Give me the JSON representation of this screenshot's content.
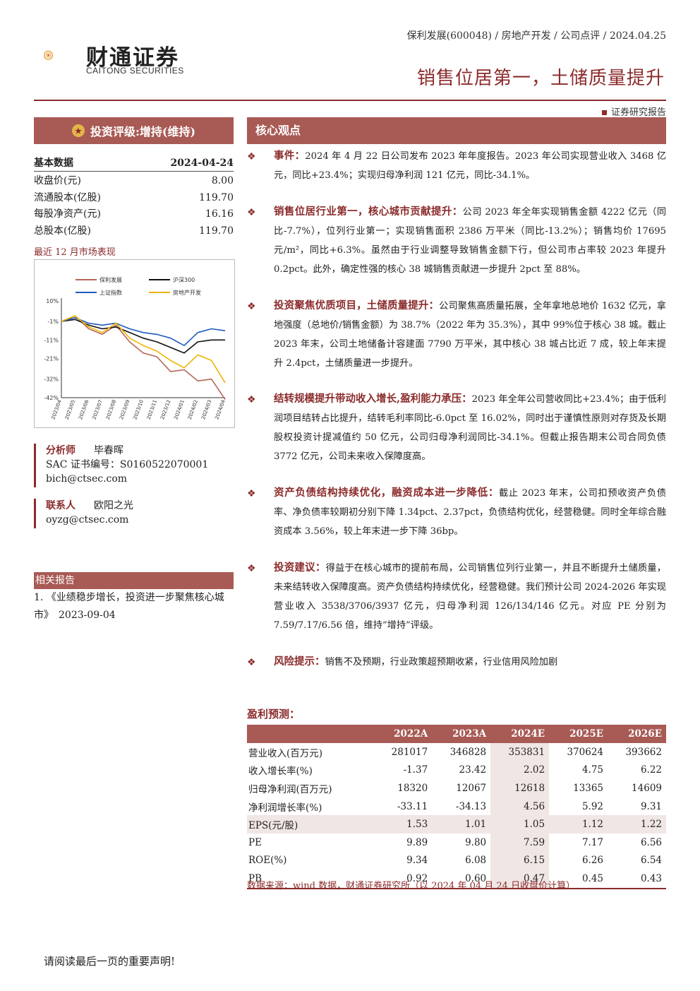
{
  "header": {
    "logo_cn": "财通证券",
    "logo_en": "CAITONG SECURITIES",
    "meta": "保利发展(600048) / 房地产开发 / 公司点评 / 2024.04.25",
    "headline": "销售位居第一，土储质量提升",
    "report_type": "证券研究报告"
  },
  "rating": {
    "label": "投资评级:增持(维持)"
  },
  "basic_data": {
    "title": "基本数据",
    "date": "2024-04-24",
    "rows": [
      {
        "label": "收盘价(元)",
        "value": "8.00"
      },
      {
        "label": "流通股本(亿股)",
        "value": "119.70"
      },
      {
        "label": "每股净资产(元)",
        "value": "16.16"
      },
      {
        "label": "总股本(亿股)",
        "value": "119.70"
      }
    ]
  },
  "perf_label": "最近 12 月市场表现",
  "chart_data": {
    "type": "line",
    "x": [
      "2023/04",
      "2023/05",
      "2023/06",
      "2023/07",
      "2023/08",
      "2023/09",
      "2023/10",
      "2023/11",
      "2023/12",
      "2024/01",
      "2024/02",
      "2024/03",
      "2024/04"
    ],
    "y_ticks": [
      "10%",
      "-1%",
      "-11%",
      "-21%",
      "-32%",
      "-42%"
    ],
    "ylim": [
      -42,
      10
    ],
    "legend_position": "top",
    "series": [
      {
        "name": "保利发展",
        "color": "#b5685a",
        "values": [
          -1,
          2,
          -5,
          -8,
          -3,
          -12,
          -18,
          -20,
          -28,
          -27,
          -33,
          -32,
          -43
        ]
      },
      {
        "name": "沪深300",
        "color": "#111111",
        "values": [
          -1,
          0,
          -3,
          -5,
          -4,
          -7,
          -10,
          -12,
          -15,
          -18,
          -12,
          -11,
          -11
        ]
      },
      {
        "name": "上证指数",
        "color": "#1f5bbf",
        "values": [
          -1,
          1,
          -2,
          -3,
          -2,
          -5,
          -7,
          -8,
          -10,
          -14,
          -7,
          -5,
          -6
        ]
      },
      {
        "name": "房地产开发",
        "color": "#f0b400",
        "values": [
          -1,
          2,
          -4,
          -7,
          -2,
          -10,
          -14,
          -17,
          -22,
          -26,
          -19,
          -22,
          -34
        ]
      }
    ]
  },
  "analyst": {
    "role": "分析师",
    "name": "毕春晖",
    "cert": "SAC 证书编号：S0160522070001",
    "email": "bich@ctsec.com"
  },
  "contact": {
    "role": "联系人",
    "name": "欧阳之光",
    "email": "oyzg@ctsec.com"
  },
  "related": {
    "title": "相关报告",
    "item": "1. 《业绩稳步增长，投资进一步聚焦核心城市》　2023-09-04"
  },
  "core": {
    "title": "核心观点",
    "points": [
      {
        "key": "事件：",
        "text": "2024 年 4 月 22 日公司发布 2023 年年度报告。2023 年公司实现营业收入 3468 亿元，同比+23.4%；实现归母净利润 121 亿元，同比-34.1%。"
      },
      {
        "key": "销售位居行业第一，核心城市贡献提升：",
        "text": "公司 2023 年全年实现销售金额 4222 亿元（同比-7.7%），位列行业第一；实现销售面积 2386 万平米（同比-13.2%）；销售均价 17695 元/m²，同比+6.3%。虽然由于行业调整导致销售金额下行，但公司市占率较 2023 年提升 0.2pct。此外，确定性强的核心 38 城销售贡献进一步提升 2pct 至 88%。"
      },
      {
        "key": "投资聚焦优质项目，土储质量提升：",
        "text": "公司聚焦高质量拓展，全年拿地总地价 1632 亿元，拿地强度（总地价/销售金额）为 38.7%（2022 年为 35.3%），其中 99%位于核心 38 城。截止 2023 年末，公司土地储备计容建面 7790 万平米，其中核心 38 城占比近 7 成，较上年末提升 2.4pct，土储质量进一步提升。"
      },
      {
        "key": "结转规模提升带动收入增长,盈利能力承压：",
        "text": "2023 年全年公司营收同比+23.4%；由于低利润项目结转占比提升，结转毛利率同比-6.0pct 至 16.02%，同时出于谨慎性原则对存货及长期股权投资计提减值约 50 亿元，公司归母净利润同比-34.1%。但截止报告期末公司合同负债 3772 亿元，公司未来收入保障度高。"
      },
      {
        "key": "资产负债结构持续优化，融资成本进一步降低：",
        "text": "截止 2023 年末，公司扣预收资产负债率、净负债率较期初分别下降 1.34pct、2.37pct，负债结构优化，经营稳健。同时全年综合融资成本 3.56%，较上年末进一步下降 36bp。"
      },
      {
        "key": "投资建议：",
        "text": "得益于在核心城市的提前布局，公司销售位列行业第一，并且不断提升土储质量，未来结转收入保障度高。资产负债结构持续优化，经营稳健。我们预计公司 2024-2026 年实现营业收入 3538/3706/3937 亿元，归母净利润 126/134/146 亿元。对应 PE 分别为 7.59/7.17/6.56 倍，维持“增持”评级。"
      },
      {
        "key": "风险提示：",
        "text": "销售不及预期，行业政策超预期收紧，行业信用风险加剧"
      }
    ]
  },
  "forecast": {
    "title": "盈利预测：",
    "columns": [
      "",
      "2022A",
      "2023A",
      "2024E",
      "2025E",
      "2026E"
    ],
    "rows": [
      [
        "营业收入(百万元)",
        "281017",
        "346828",
        "353831",
        "370624",
        "393662"
      ],
      [
        "收入增长率(%)",
        "-1.37",
        "23.42",
        "2.02",
        "4.75",
        "6.22"
      ],
      [
        "归母净利润(百万元)",
        "18320",
        "12067",
        "12618",
        "13365",
        "14609"
      ],
      [
        "净利润增长率(%)",
        "-33.11",
        "-34.13",
        "4.56",
        "5.92",
        "9.31"
      ],
      [
        "EPS(元/股)",
        "1.53",
        "1.01",
        "1.05",
        "1.12",
        "1.22"
      ],
      [
        "PE",
        "9.89",
        "9.80",
        "7.59",
        "7.17",
        "6.56"
      ],
      [
        "ROE(%)",
        "9.34",
        "6.08",
        "6.15",
        "6.26",
        "6.54"
      ],
      [
        "PB",
        "0.92",
        "0.60",
        "0.47",
        "0.45",
        "0.43"
      ]
    ],
    "source": "数据来源：wind 数据，财通证券研究所（以 2024 年 04 月 24 日收盘价计算）"
  },
  "footer": "请阅读最后一页的重要声明!"
}
